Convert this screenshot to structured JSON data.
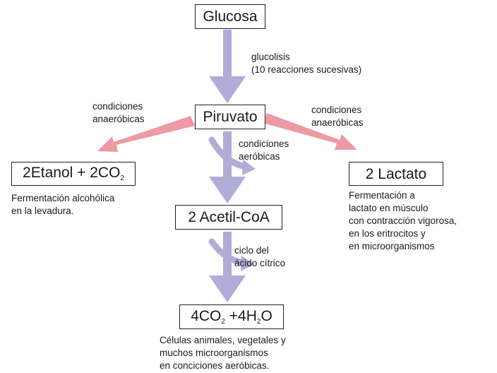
{
  "colors": {
    "main_arrow": "#b2acd8",
    "side_arrow": "#ec9aa3",
    "border": "#222222",
    "text": "#1a1a1a"
  },
  "boxes": {
    "glucosa": "Glucosa",
    "piruvato": "Piruvato",
    "etanol": {
      "prefix": "2Etanol + 2CO",
      "sub": "2"
    },
    "lactato": "2 Lactato",
    "acetil": "2 Acetil-CoA",
    "final": {
      "a": "4CO",
      "a_sub": "2",
      "b": " +4H",
      "b_sub": "2",
      "c": "O"
    }
  },
  "labels": {
    "glucolisis": [
      "glucolisis",
      "(10 reacciones sucesivas)"
    ],
    "anaerobic_left": [
      "condiciones",
      "anaeróbicas"
    ],
    "anaerobic_right": [
      "condiciones",
      "anaeróbicas"
    ],
    "aerobic": [
      "condiciones",
      "aeróbicas"
    ],
    "ciclo": [
      "ciclo del",
      "ácido cítrico"
    ],
    "fermentacion_alcoholica": [
      "Fermentación alcohólica",
      "en la levadura."
    ],
    "fermentacion_lactato": [
      "Fermentación a",
      "lactato en músculo",
      "con contracción vigorosa,",
      "en los eritrocitos y",
      "en microorganismos"
    ],
    "celulas": [
      "Células animales, vegetales y",
      "muchos microorganismos",
      "en conciciones aeróbicas."
    ]
  }
}
